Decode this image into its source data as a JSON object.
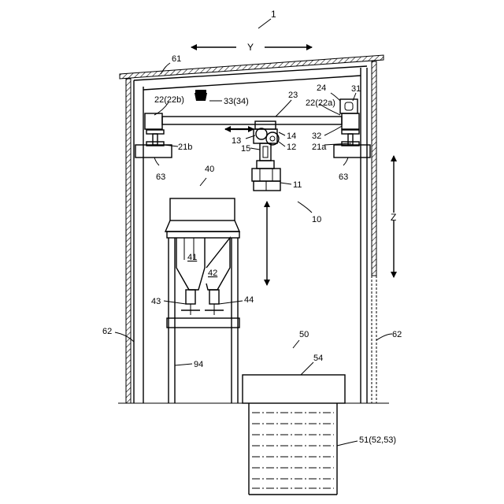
{
  "labels": {
    "l1": "1",
    "lY": "Y",
    "lZ": "Z",
    "l61": "61",
    "l62a": "62",
    "l62b": "62",
    "l63a": "63",
    "l63b": "63",
    "l22b": "22(22b)",
    "l22a": "22(22a)",
    "l33": "33(34)",
    "l23": "23",
    "l24": "24",
    "l31": "31",
    "l14": "14",
    "l13": "13",
    "l12": "12",
    "l15": "15",
    "l32": "32",
    "l21a": "21a",
    "l21b": "21b",
    "l11": "11",
    "l10": "10",
    "l40": "40",
    "l41": "41",
    "l42": "42",
    "l43": "43",
    "l44": "44",
    "l94": "94",
    "l50": "50",
    "l54": "54",
    "l51": "51(52,53)"
  }
}
